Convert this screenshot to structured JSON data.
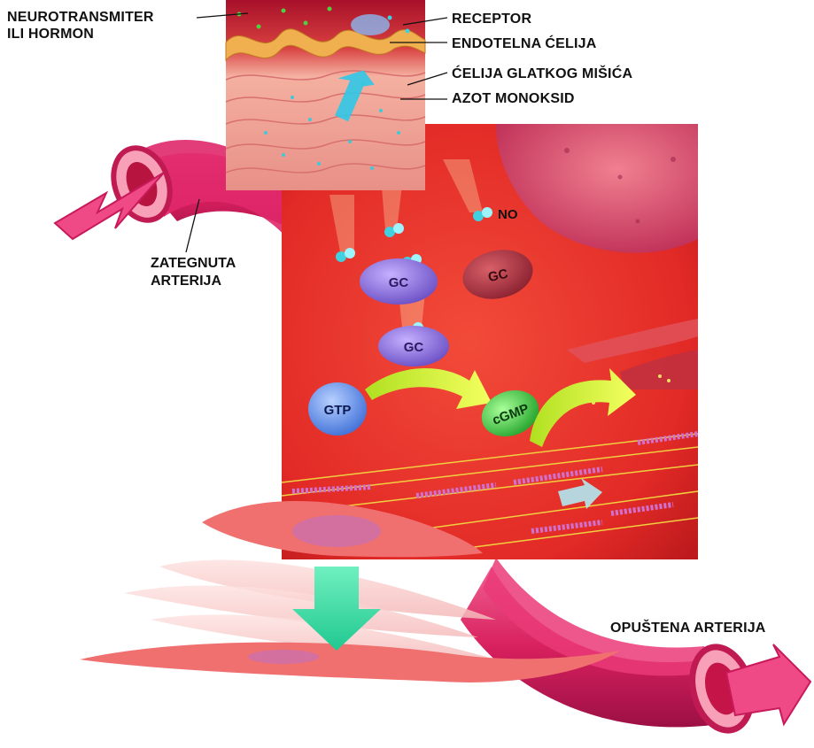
{
  "labels": {
    "neurotransmitter_line1": "NEUROTRANSMITER",
    "neurotransmitter_line2": "ILI HORMON",
    "receptor": "RECEPTOR",
    "endothelial_cell": "ENDOTELNA ĆELIJA",
    "smooth_muscle_cell": "ĆELIJA GLATKOG MIŠIĆA",
    "nitric_oxide": "AZOT MONOKSID",
    "tense_artery_line1": "ZATEGNUTA",
    "tense_artery_line2": "ARTERIJA",
    "relaxed_artery": "OPUŠTENA ARTERIJA"
  },
  "molecules": {
    "no": "NO",
    "gc": "GC",
    "gtp": "GTP",
    "cgmp": "cGMP"
  },
  "colors": {
    "artery": "#e0286a",
    "artery_dark": "#a8124a",
    "cell_interior": "#e8332c",
    "gc_purple": "#8a6ad8",
    "gc_dark": "#b04050",
    "gtp_blue": "#5f8ee8",
    "cgmp_green": "#3bbf3b",
    "arrow_yellow": "#d8f030",
    "no_cyan": "#40d0e0",
    "relax_arrow": "#30e0a0"
  }
}
